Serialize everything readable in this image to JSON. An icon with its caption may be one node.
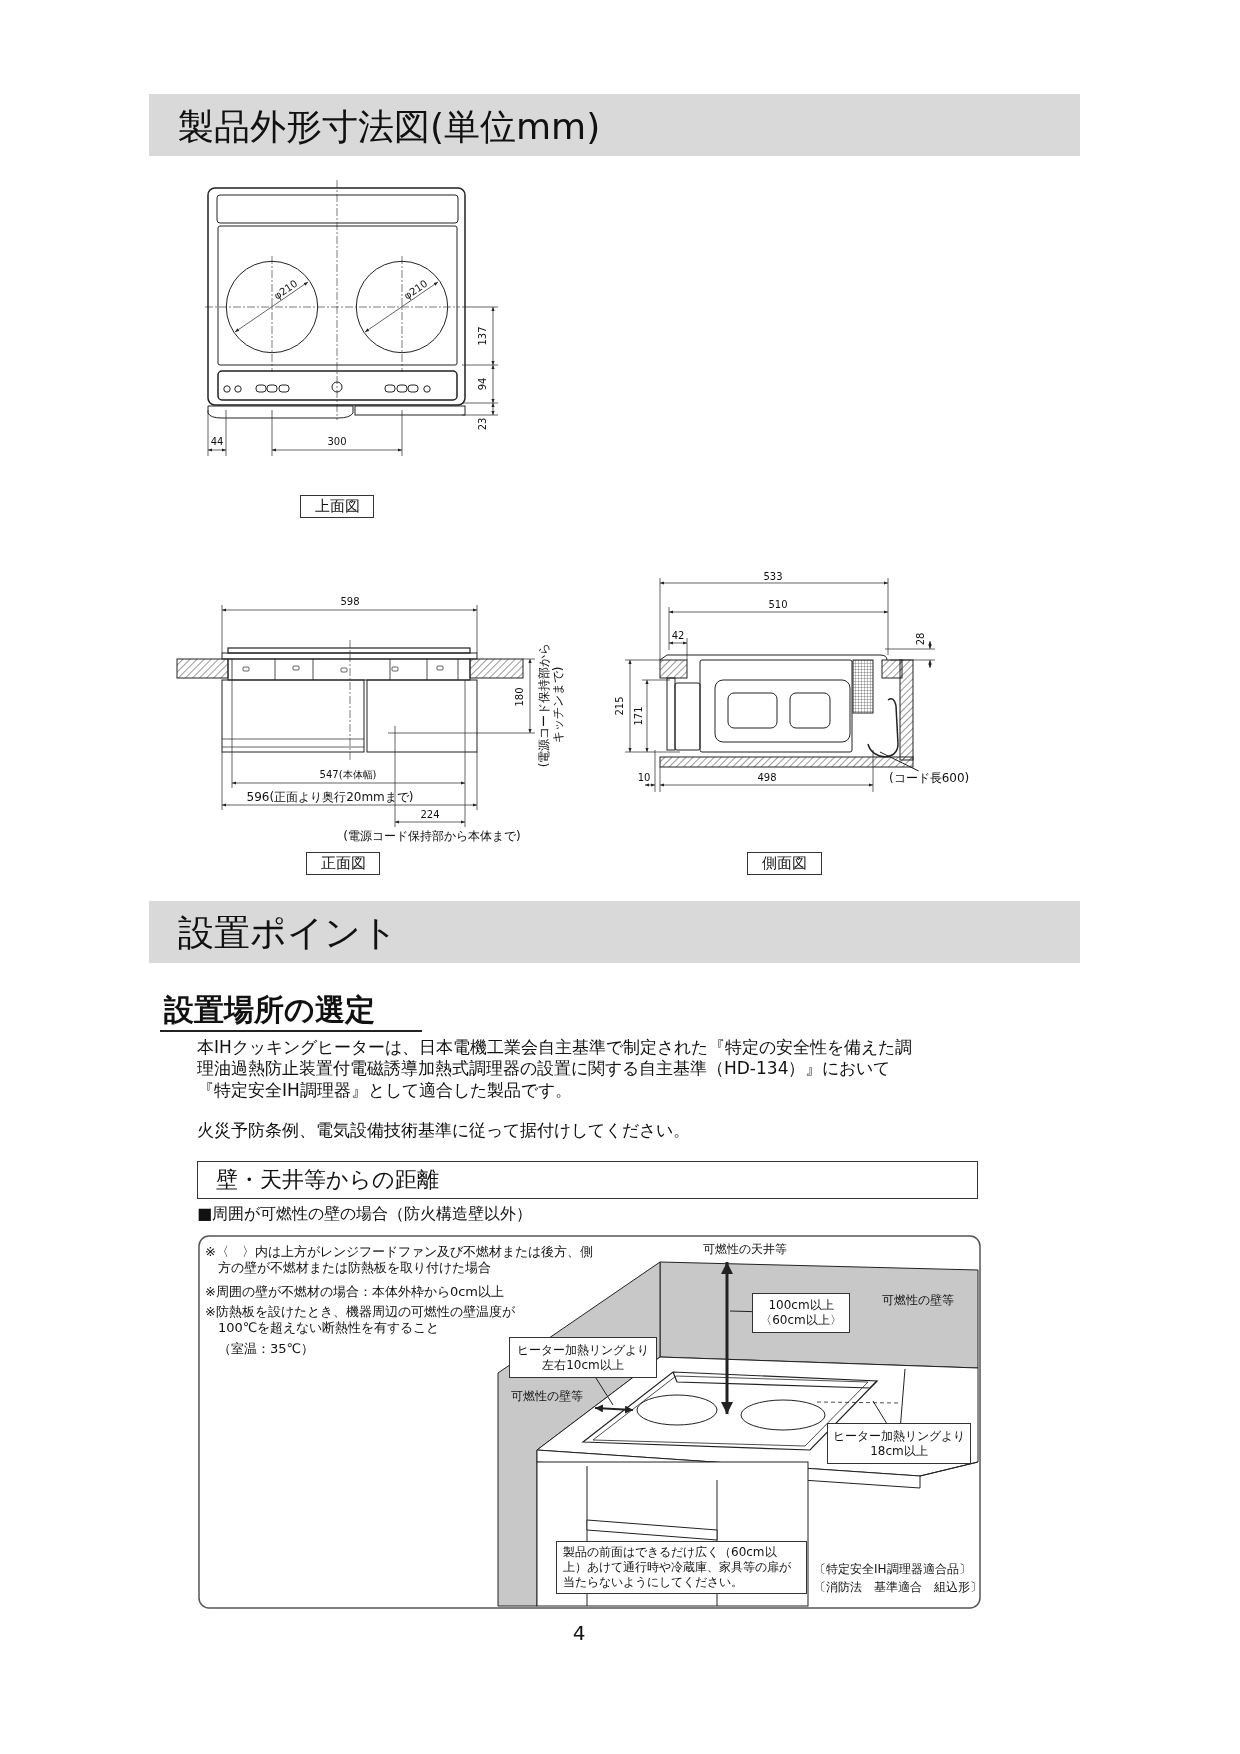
{
  "diagram": {
    "title": "製品外形寸法図(単位mm)",
    "nodes": [
      {
        "text": [
          "上面図"
        ]
      },
      {
        "text": [
          "正面図"
        ]
      },
      {
        "text": [
          "側面図"
        ]
      },
      {
        "text": [
          "壁・天井等からの距離"
        ]
      },
      {
        "text": [
          "100cm以上〈60cm以上〉"
        ]
      },
      {
        "text": [
          "ヒーター加熱リングより左右10cm以上"
        ]
      },
      {
        "text": [
          "ヒーター加熱リングより18cm以上"
        ]
      },
      {
        "text": [
          "製品の前面はできるだけ広く（60cm以上）あけて通行時や冷蔵庫、家具等の扉が当たらないようにしてください。"
        ]
      },
      {
        "text": [
          "(コード長600)"
        ]
      }
    ],
    "edges": [
      {
        "from": 4,
        "to": null,
        "arrow": "none"
      },
      {
        "from": 5,
        "to": null,
        "arrow": "none"
      },
      {
        "from": 6,
        "to": null,
        "arrow": "none"
      },
      {
        "from": 6,
        "to": null,
        "arrow": "none"
      },
      {
        "from": 8,
        "to": null,
        "arrow": "none"
      }
    ],
    "labels": [
      "φ210",
      "φ210",
      "137",
      "94",
      "23",
      "44",
      "300",
      "598",
      "180",
      "(電源コード保持部からキッチンまで)",
      "547(本体幅)",
      "596(正面より奥行20mmまで)",
      "224",
      "(電源コード保持部から本体まで)",
      "533",
      "510",
      "42",
      "28",
      "215",
      "171",
      "10",
      "498",
      "設置ポイント",
      "設置場所の選定",
      "本IHクッキングヒーターは、日本電機工業会自主基準で制定された『特定の安全性を備えた調理油過熱防止装置付電磁誘導加熱式調理器の設置に関する自主基準（HD-134）』において『特定安全IH調理器』として適合した製品です。",
      "火災予防条例、電気設備技術基準に従って据付けしてください。",
      "■周囲が可燃性の壁の場合（防火構造壁以外）",
      "※〈　〉内は上方がレンジフードファン及び不燃材または後方、側方の壁が不燃材または防熱板を取り付けた場合",
      "※周囲の壁が不燃材の場合：本体外枠から0cm以上",
      "※防熱板を設けたとき、機器周辺の可燃性の壁温度が100℃を超えない断熱性を有すること",
      "（室温：35℃）",
      "可燃性の天井等",
      "可燃性の壁等",
      "可燃性の壁等",
      "〔特定安全IH調理器適合品〕",
      "〔消防法　基準適合　組込形〕",
      "4"
    ]
  }
}
